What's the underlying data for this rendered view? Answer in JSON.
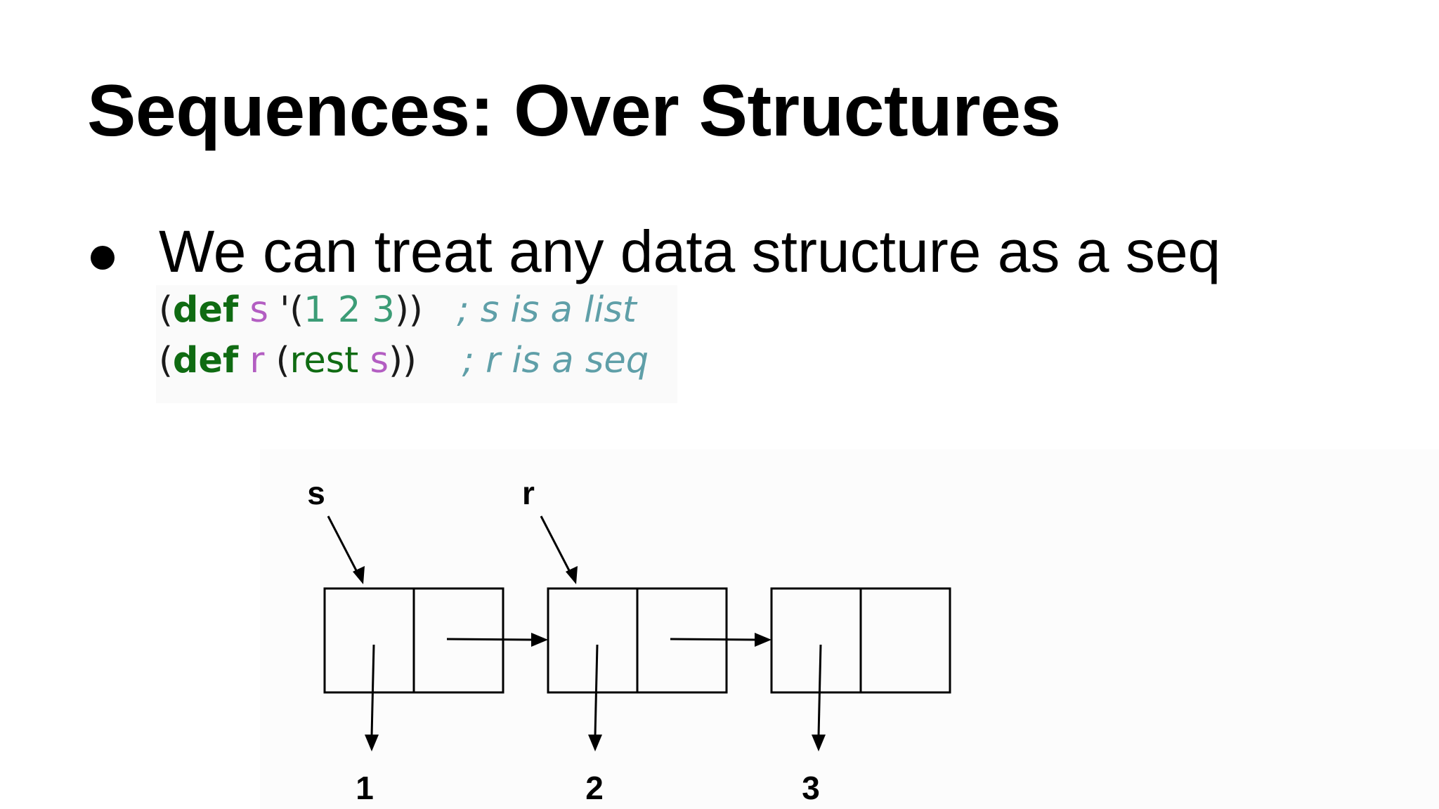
{
  "slide": {
    "title": "Sequences: Over Structures",
    "bullet": "We can treat any data structure as a seq"
  },
  "code": {
    "line1": {
      "open": "(",
      "keyword": "def",
      "symbol": "s",
      "rest": " '(",
      "n1": "1",
      "n2": "2",
      "n3": "3",
      "close": "))",
      "comment": "; s is a list"
    },
    "line2": {
      "open": "(",
      "keyword": "def",
      "symbol": "r",
      "paren": "(",
      "fn": "rest",
      "arg": "s",
      "close": "))",
      "comment": "; r is a seq"
    }
  },
  "diagram": {
    "pointer_labels": [
      "s",
      "r"
    ],
    "values": [
      "1",
      "2",
      "3"
    ]
  },
  "colors": {
    "keyword": "#0f6b12",
    "symbol": "#b35ec2",
    "number": "#3c9c76",
    "comment": "#5f9fa8"
  }
}
